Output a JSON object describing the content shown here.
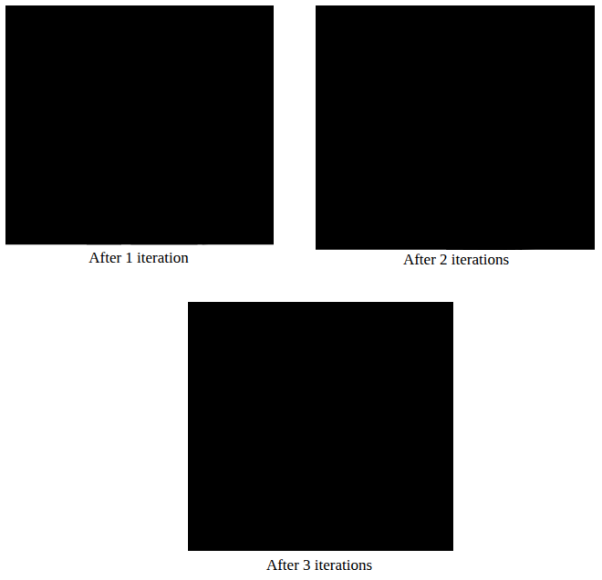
{
  "diagram": {
    "labels": [
      "After 1 iteration",
      "After 2 iterations",
      "After 3 iterations"
    ]
  }
}
